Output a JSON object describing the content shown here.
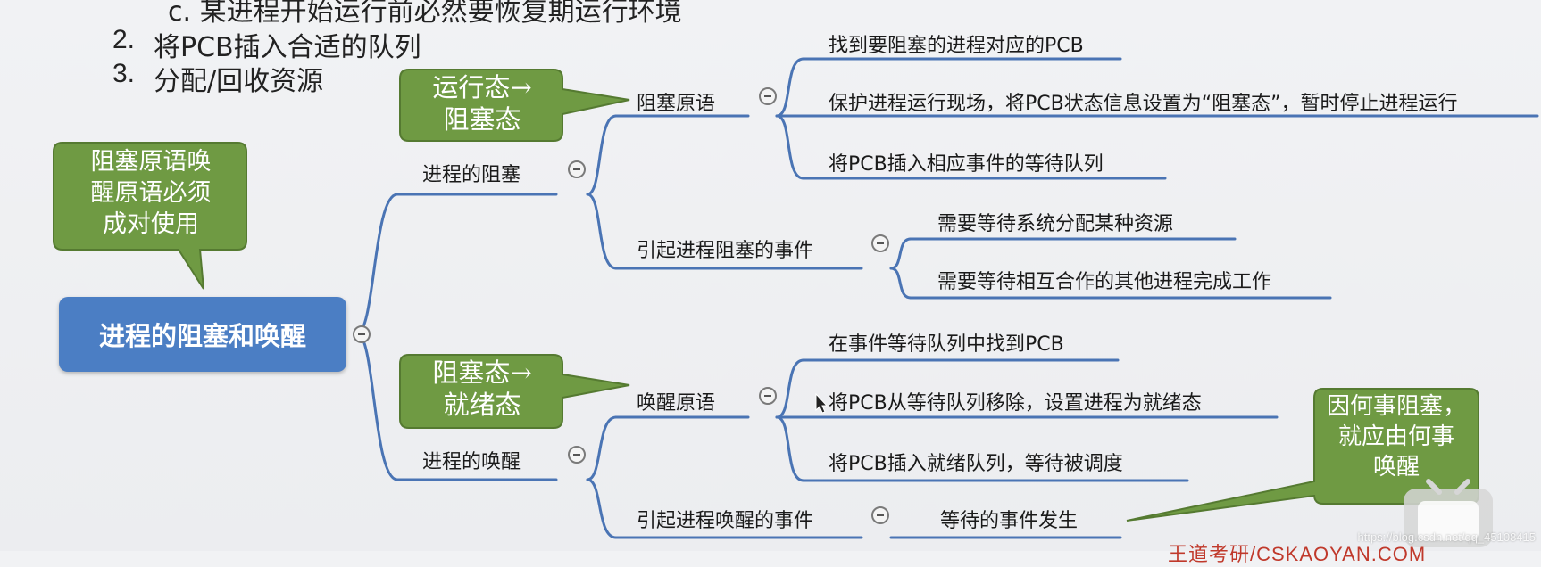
{
  "top_list": {
    "item_c": "c. 某进程开始运行前必然要恢复期运行环境",
    "item_2_num": "2.",
    "item_2_text": "将PCB插入合适的队列",
    "item_3_num": "3.",
    "item_3_text": "分配/回收资源"
  },
  "mindmap": {
    "root": "进程的阻塞和唤醒",
    "block": {
      "label": "进程的阻塞",
      "primitive": "阻塞原语",
      "steps": [
        "找到要阻塞的进程对应的PCB",
        "保护进程运行现场，将PCB状态信息设置为“阻塞态”，暂时停止进程运行",
        "将PCB插入相应事件的等待队列"
      ],
      "events_label": "引起进程阻塞的事件",
      "events": [
        "需要等待系统分配某种资源",
        "需要等待相互合作的其他进程完成工作"
      ]
    },
    "wake": {
      "label": "进程的唤醒",
      "primitive": "唤醒原语",
      "steps": [
        "在事件等待队列中找到PCB",
        "将PCB从等待队列移除，设置进程为就绪态",
        "将PCB插入就绪队列，等待被调度"
      ],
      "events_label": "引起进程唤醒的事件",
      "events": [
        "等待的事件发生"
      ]
    }
  },
  "callouts": {
    "pair": [
      "阻塞原语唤",
      "醒原语必须",
      "成对使用"
    ],
    "run_to_block": [
      "运行态→",
      "阻塞态"
    ],
    "block_to_ready": [
      "阻塞态→",
      "就绪态"
    ],
    "cause": [
      "因何事阻塞，",
      "就应由何事",
      "唤醒"
    ]
  },
  "watermark": "https://blog.csdn.net/qq_45108415",
  "brand": "王道考研/CSKAOYAN.COM",
  "colors": {
    "line": "#4a74b4",
    "callout_fill": "#6f9a43",
    "callout_border": "#557a31",
    "root_fill": "#4b7ec4"
  }
}
